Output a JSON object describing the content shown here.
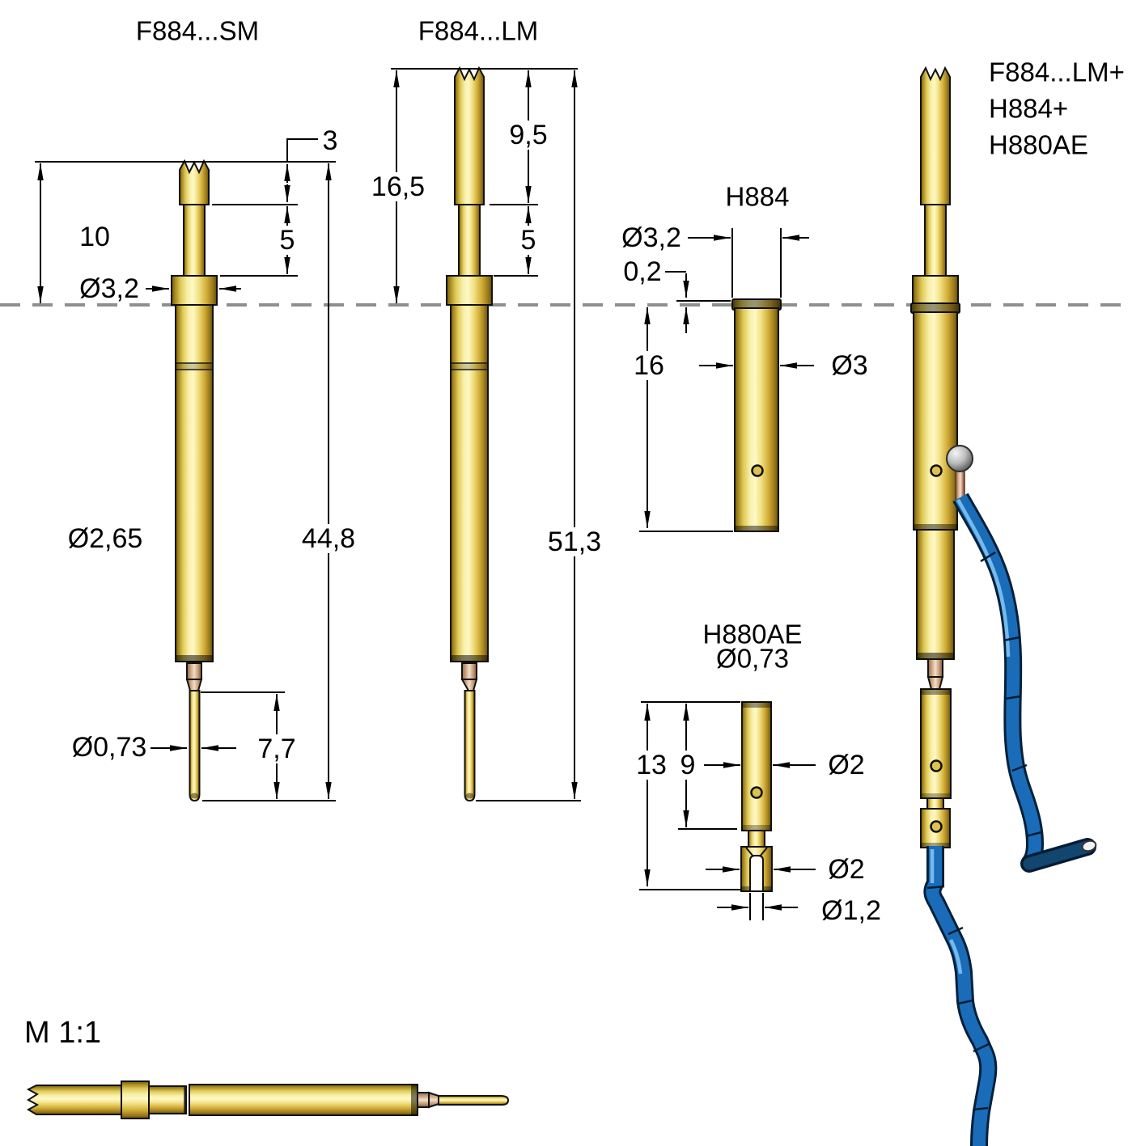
{
  "drawing_type": "spring test probe technical drawing",
  "labels": {
    "sm_title": "F884...SM",
    "lm_title": "F884...LM",
    "h884_title": "H884",
    "h880ae_title": "H880AE",
    "h880ae_subtitle": "Ø0,73",
    "asm_line1": "F884...LM+",
    "asm_line2": "H884+",
    "asm_line3": "H880AE",
    "scale_note": "M 1:1"
  },
  "dims": {
    "sm_tip": "3",
    "sm_above": "10",
    "sm_shaft": "5",
    "sm_collar_dia": "Ø3,2",
    "sm_barrel_dia": "Ø2,65",
    "sm_total": "44,8",
    "sm_pin_dia": "Ø0,73",
    "sm_pin_len": "7,7",
    "lm_above": "16,5",
    "lm_head": "9,5",
    "lm_shaft": "5",
    "lm_total": "51,3",
    "h884_rim_dia": "Ø3,2",
    "h884_lip": "0,2",
    "h884_len": "16",
    "h884_dia": "Ø3",
    "h880_total": "13",
    "h880_body": "9",
    "h880_body_dia": "Ø2",
    "h880_cup_dia": "Ø2",
    "h880_bore_dia": "Ø1,2"
  },
  "colors": {
    "gold": "#f2e07c",
    "gold_dark": "#8a6d1f",
    "tip_copper": "#d9ab8c",
    "wire_blue": "#1a6cb8",
    "wire_blue_dark": "#05203a",
    "solder_gray": "#9a9a9a",
    "dimension_line": "#000000",
    "centerline_gray": "#8f8f8f"
  }
}
